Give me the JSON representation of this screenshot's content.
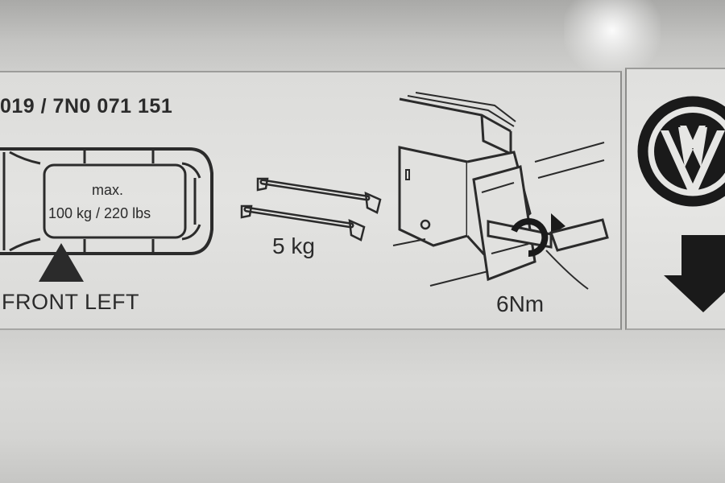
{
  "sticker": {
    "part_number": "019 / 7N0 071 151",
    "max_load_label": "max.",
    "max_load_value": "100 kg / 220 lbs",
    "position_label": "FRONT LEFT",
    "bar_weight": "5 kg",
    "torque": "6Nm"
  },
  "icons": [
    "car-top-view-icon",
    "front-left-arrow-icon",
    "roof-bars-icon",
    "roof-rack-foot-icon",
    "vw-logo-icon",
    "down-arrow-icon"
  ],
  "colors": {
    "ink": "#2b2b2b",
    "label": "#e1e1df",
    "metal": "#cfcfcd"
  }
}
